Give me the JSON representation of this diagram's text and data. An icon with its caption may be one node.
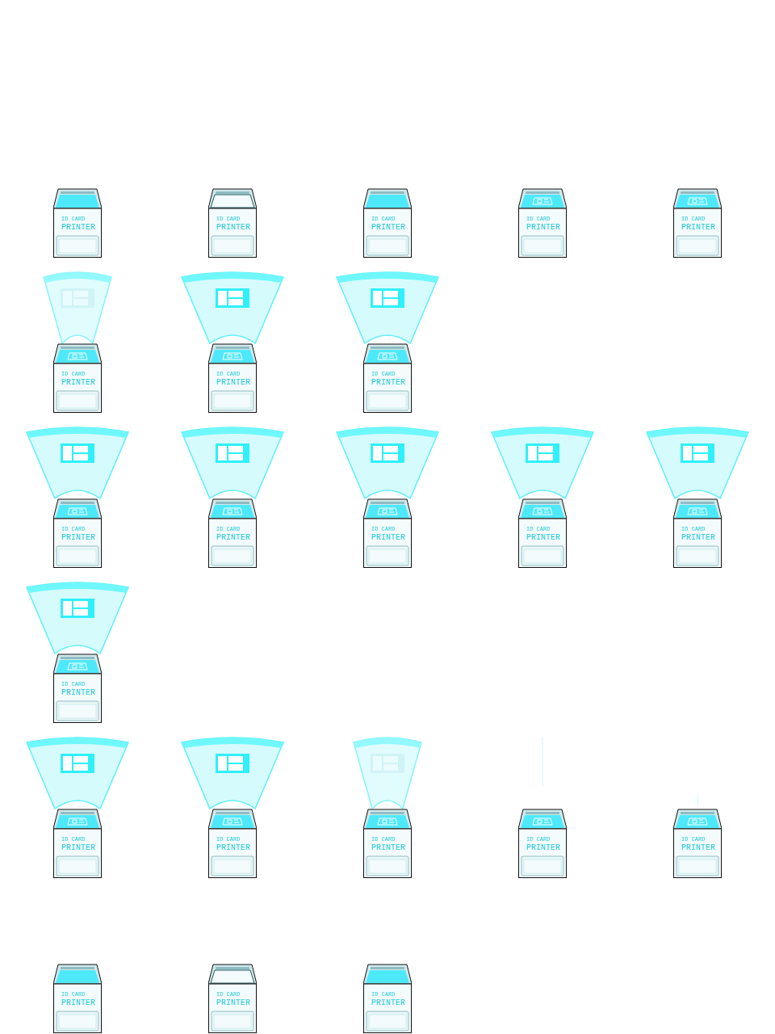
{
  "diagram": {
    "nodes": [
      {
        "text": [
          "ID CARD",
          "PRINTER"
        ]
      },
      {
        "text": [
          "ID CARD",
          "PRINTER"
        ]
      },
      {
        "text": [
          "ID CARD",
          "PRINTER"
        ]
      },
      {
        "text": [
          "ID CARD",
          "PRINTER"
        ]
      },
      {
        "text": [
          "ID CARD",
          "PRINTER"
        ]
      },
      {
        "text": [
          "ID CARD",
          "PRINTER"
        ]
      },
      {
        "text": [
          "ID CARD",
          "PRINTER"
        ]
      },
      {
        "text": [
          "ID CARD",
          "PRINTER"
        ]
      },
      {
        "text": [
          "ID CARD",
          "PRINTER"
        ]
      },
      {
        "text": [
          "ID CARD",
          "PRINTER"
        ]
      },
      {
        "text": [
          "ID CARD",
          "PRINTER"
        ]
      },
      {
        "text": [
          "ID CARD",
          "PRINTER"
        ]
      },
      {
        "text": [
          "ID CARD",
          "PRINTER"
        ]
      },
      {
        "text": [
          "ID CARD",
          "PRINTER"
        ]
      },
      {
        "text": [
          "ID CARD",
          "PRINTER"
        ]
      },
      {
        "text": [
          "ID CARD",
          "PRINTER"
        ]
      },
      {
        "text": [
          "ID CARD",
          "PRINTER"
        ]
      },
      {
        "text": [
          "ID CARD",
          "PRINTER"
        ]
      },
      {
        "text": [
          "ID CARD",
          "PRINTER"
        ]
      },
      {
        "text": [
          "ID CARD",
          "PRINTER"
        ]
      },
      {
        "text": [
          "ID CARD",
          "PRINTER"
        ]
      },
      {
        "text": [
          "ID CARD",
          "PRINTER"
        ]
      }
    ]
  }
}
